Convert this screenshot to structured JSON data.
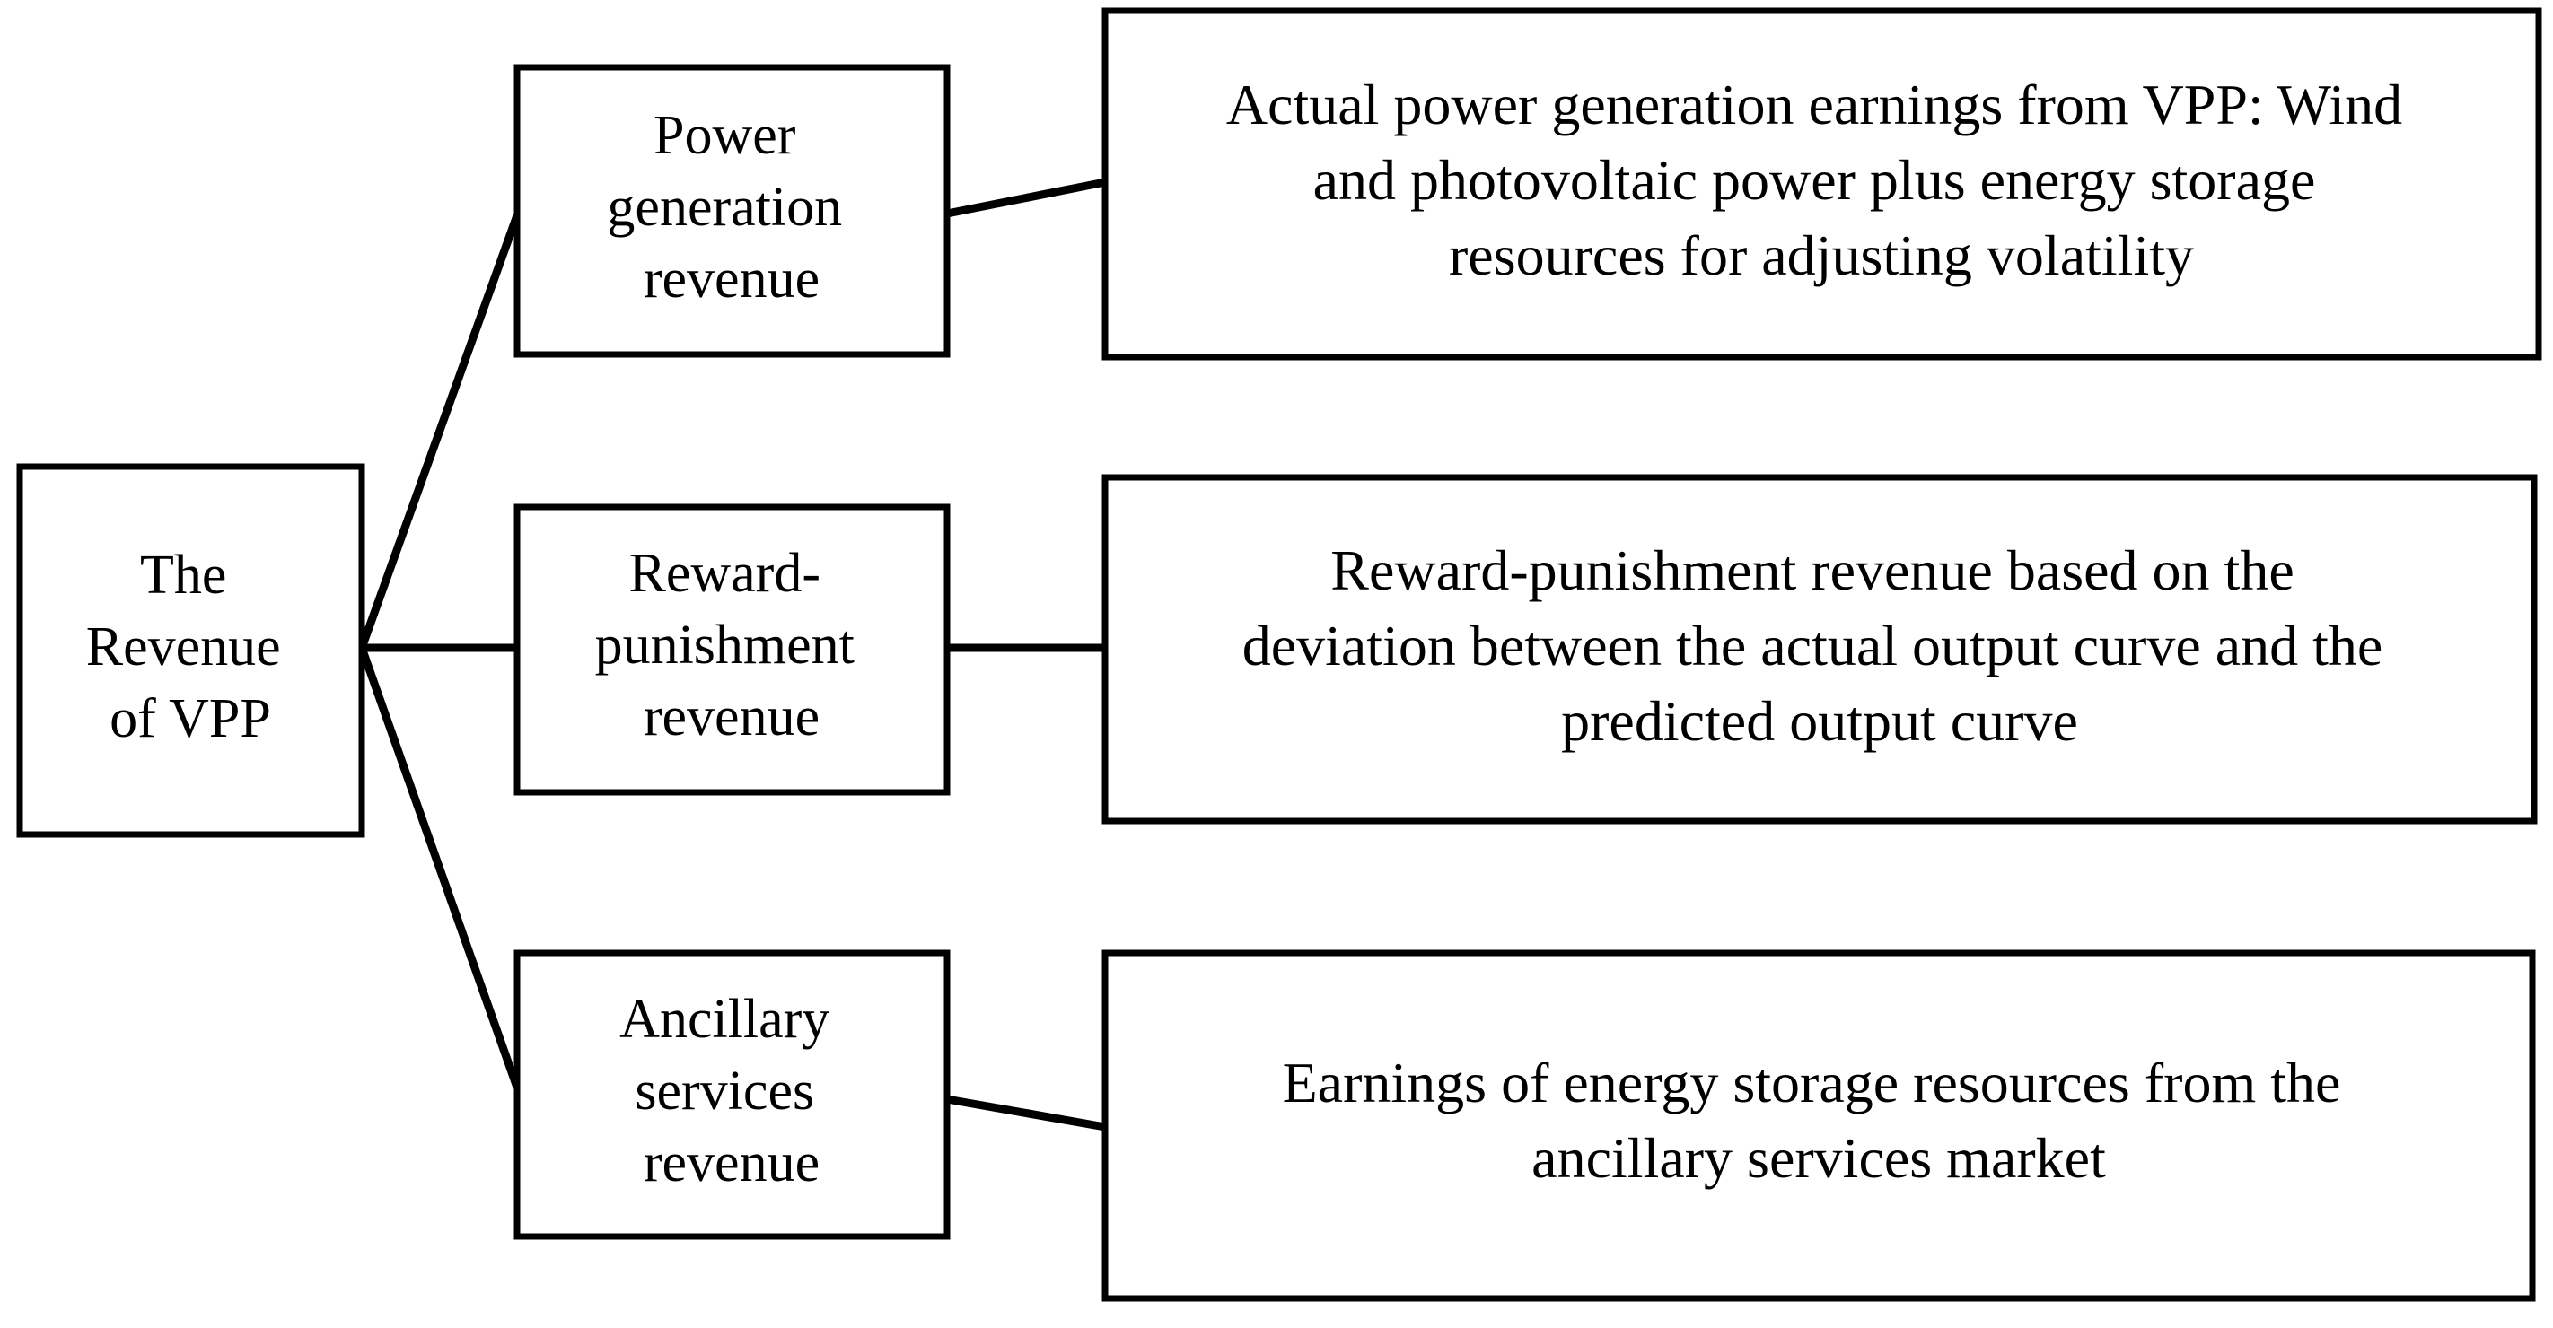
{
  "diagram": {
    "type": "tree-diagram",
    "orientation": "left-to-right",
    "background_color": "#ffffff",
    "line_color": "#000000",
    "text_color": "#000000",
    "root": {
      "id": "root",
      "lines": [
        "The",
        "Revenue",
        "of VPP"
      ],
      "full_text": "The Revenue of VPP"
    },
    "branches": [
      {
        "id": "power-generation-revenue",
        "category": {
          "lines": [
            "Power",
            "generation",
            "revenue"
          ],
          "full_text": "Power generation revenue"
        },
        "description": {
          "lines": [
            "Actual power generation earnings from VPP: Wind",
            "and photovoltaic power plus energy storage",
            "resources for adjusting volatility"
          ],
          "full_text": "Actual power generation earnings from VPP: Wind and photovoltaic power plus energy storage resources for adjusting volatility"
        }
      },
      {
        "id": "reward-punishment-revenue",
        "category": {
          "lines": [
            "Reward-",
            "punishment",
            "revenue"
          ],
          "full_text": "Reward-punishment revenue"
        },
        "description": {
          "lines": [
            "Reward-punishment revenue based on the",
            "deviation between the actual output curve and the",
            "predicted output curve"
          ],
          "full_text": "Reward-punishment revenue based on the deviation between the actual output curve and the predicted output curve"
        }
      },
      {
        "id": "ancillary-services-revenue",
        "category": {
          "lines": [
            "Ancillary",
            "services",
            "revenue"
          ],
          "full_text": "Ancillary services revenue"
        },
        "description": {
          "lines": [
            "Earnings of energy storage resources from the",
            "ancillary services market"
          ],
          "full_text": "Earnings of energy storage resources from the ancillary services market"
        }
      }
    ]
  }
}
